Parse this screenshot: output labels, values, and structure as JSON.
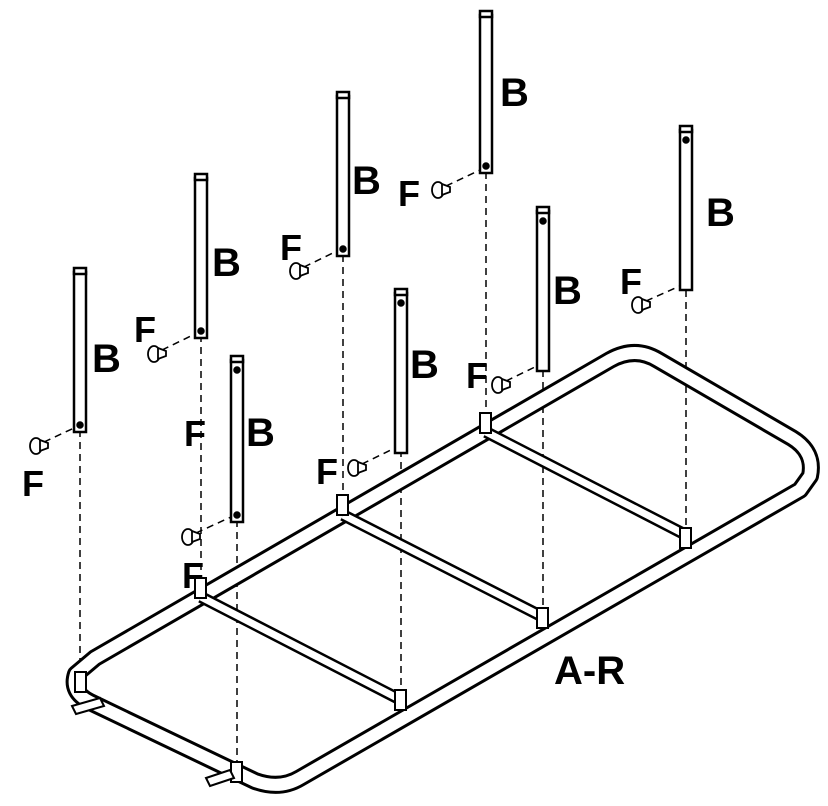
{
  "title": "",
  "labels": {
    "post": "B",
    "fastener": "F",
    "frame": "A-R"
  },
  "colors": {
    "ink": "#000000",
    "paper": "#ffffff"
  }
}
